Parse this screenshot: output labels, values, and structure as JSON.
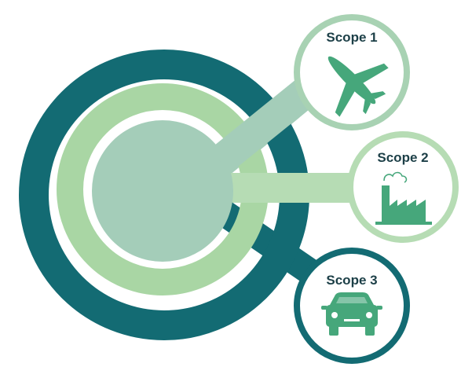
{
  "scopes": [
    {
      "label": "Scope 1",
      "icon": "airplane-icon",
      "ring_color": "#a8d2b3",
      "icon_color": "#46a77b"
    },
    {
      "label": "Scope 2",
      "icon": "factory-icon",
      "ring_color": "#b6dcb4",
      "icon_color": "#46a77b"
    },
    {
      "label": "Scope 3",
      "icon": "car-icon",
      "ring_color": "#136b73",
      "icon_color": "#46a77b"
    }
  ],
  "colors": {
    "outer_ring": "#136b73",
    "middle_ring": "#a9d6a4",
    "core": "#a4cdb9",
    "connector_1": "#a4cdb9",
    "connector_2": "#b6dcb4",
    "connector_3": "#136b73",
    "label_text": "#1c3f47"
  }
}
